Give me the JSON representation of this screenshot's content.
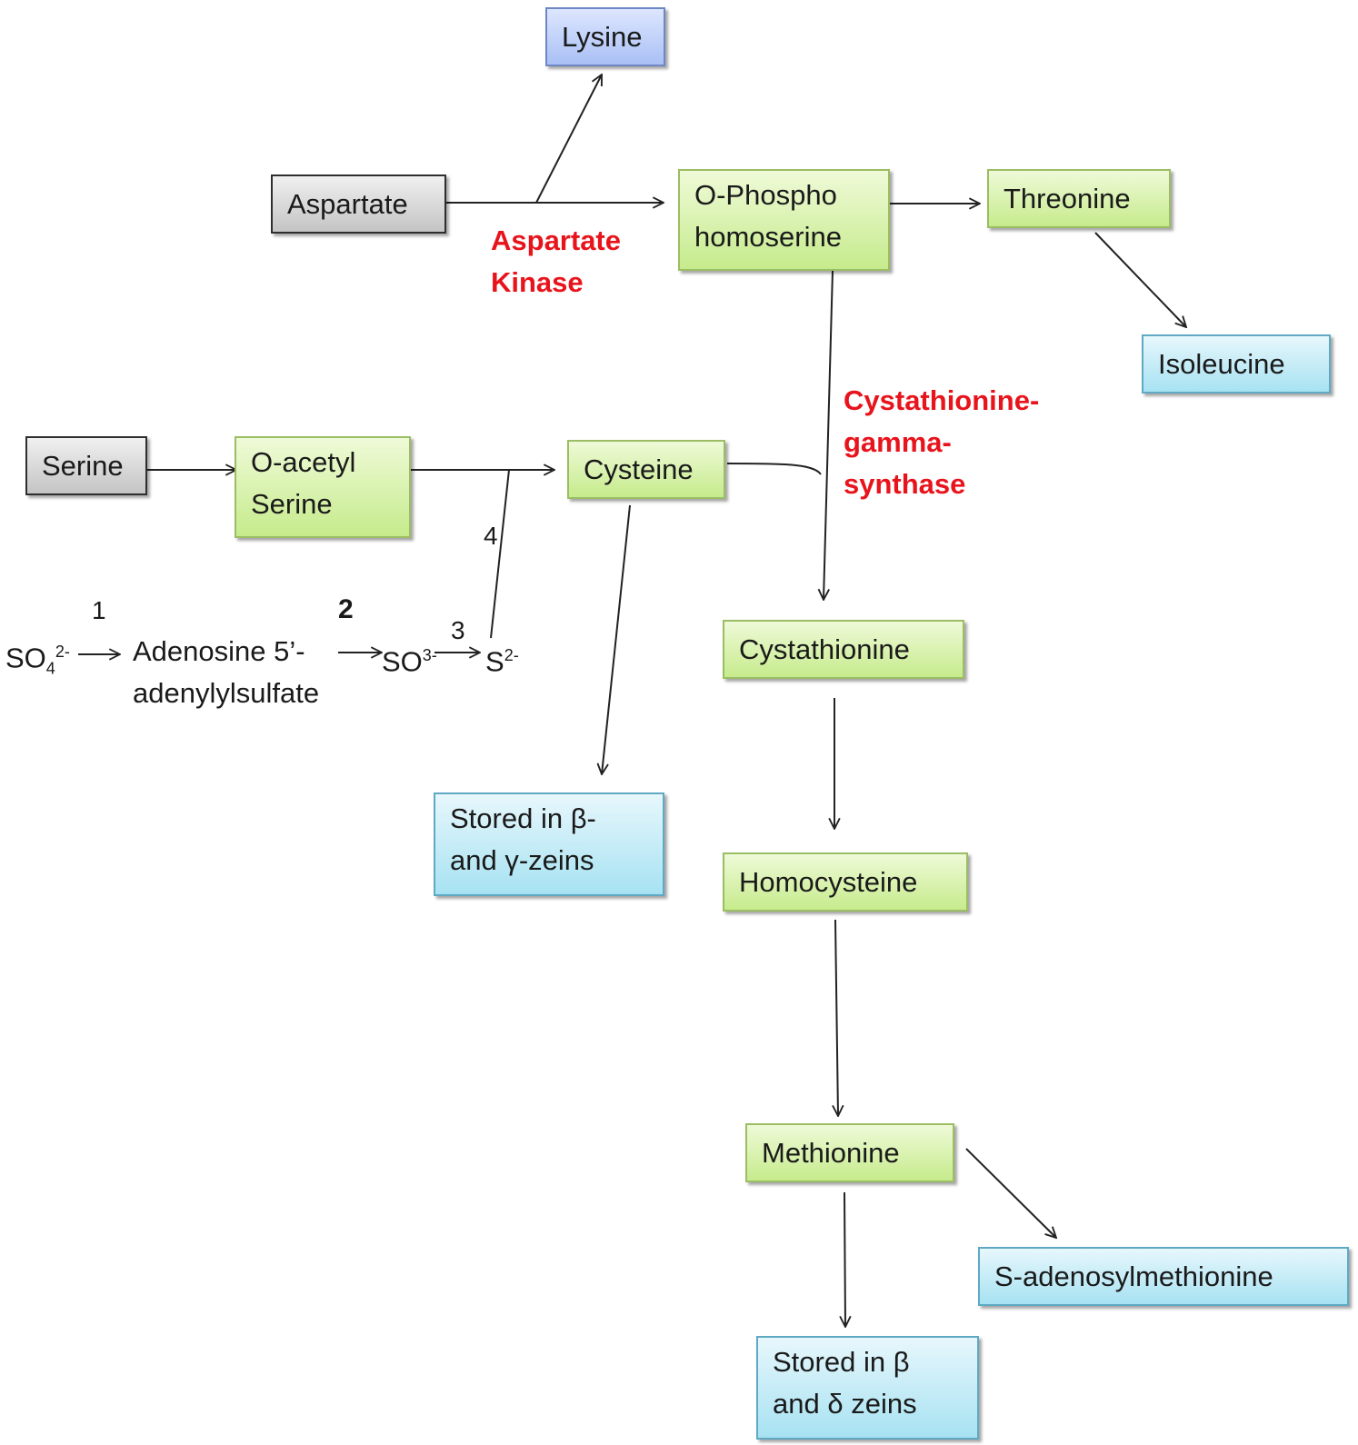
{
  "nodes": {
    "lysine": {
      "label": "Lysine"
    },
    "aspartate": {
      "label": "Aspartate"
    },
    "o_phospho_homoserine": {
      "line1": "O-Phospho",
      "line2": "homoserine"
    },
    "threonine": {
      "label": "Threonine"
    },
    "isoleucine": {
      "label": "Isoleucine"
    },
    "serine": {
      "label": "Serine"
    },
    "o_acetyl_serine": {
      "line1": "O-acetyl",
      "line2": "Serine"
    },
    "cysteine": {
      "label": "Cysteine"
    },
    "cystathionine": {
      "label": "Cystathionine"
    },
    "stored_beta_gamma": {
      "line1": "Stored in β-",
      "line2": "and γ-zeins"
    },
    "homocysteine": {
      "label": "Homocysteine"
    },
    "methionine": {
      "label": "Methionine"
    },
    "sam": {
      "label": "S-adenosylmethionine"
    },
    "stored_beta_delta": {
      "line1": "Stored in β",
      "line2": "and δ zeins"
    }
  },
  "enzymes": {
    "aspartate_kinase": {
      "line1": "Aspartate",
      "line2": "Kinase"
    },
    "cgs": {
      "line1": "Cystathionine-",
      "line2": "gamma-",
      "line3": "synthase"
    }
  },
  "sulfur_path": {
    "so4_base": "SO",
    "so4_sub": "4",
    "so4_sup": "2-",
    "aps_line1": "Adenosine 5’-",
    "aps_line2": "adenylylsulfate",
    "so3_base": "SO",
    "so3_sup": "3-",
    "s_base": "S",
    "s_sup": "2-",
    "step1": "1",
    "step2": "2",
    "step3": "3",
    "step4": "4"
  },
  "colors": {
    "precursor": "#c4c4c4",
    "intermediate": "#c6eb8c",
    "lysine": "#a9c0f5",
    "product": "#a7e2f2",
    "enzyme_text": "#e8141c"
  }
}
